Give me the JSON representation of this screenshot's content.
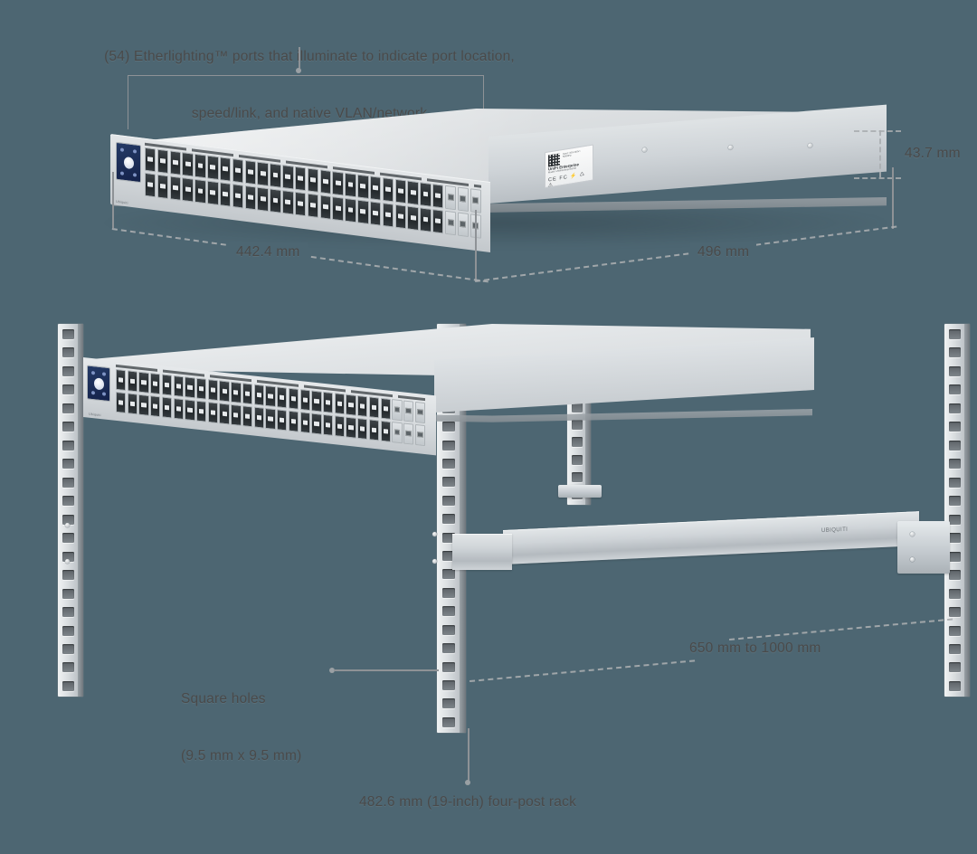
{
  "background_color": "#4d6672",
  "text_color": "#4a4a4a",
  "annotations": {
    "etherlighting_caption_line1": "(54) Etherlighting™ ports that illuminate to indicate port location,",
    "etherlighting_caption_line2": "speed/link, and native VLAN/network",
    "height_dimension": "43.7 mm",
    "width_dimension": "442.4 mm",
    "depth_dimension": "496 mm",
    "square_holes_line1": "Square holes",
    "square_holes_line2": "(9.5 mm x 9.5 mm)",
    "rack_depth_range": "650 mm to 1000 mm",
    "rack_width_caption": "482.6 mm (19-inch) four-post rack"
  },
  "device": {
    "brand": "Ubiquiti",
    "product_label_title": "UniFi Enterprise",
    "product_label_sub": "Model: USW-EnterpriseXG",
    "product_label_note": "Input: 100-240V~ 50/60Hz",
    "certification_marks": "CE FC ⚡ ♺ ⚠",
    "rj45_port_count": 48,
    "sfp_port_count": 6,
    "port_rows": 2,
    "display_panel": "touch-display"
  },
  "rack": {
    "post_count": 4,
    "posts": [
      "front-left",
      "front-right",
      "rear-left",
      "rear-right"
    ],
    "rail_type": "sliding-rail"
  }
}
